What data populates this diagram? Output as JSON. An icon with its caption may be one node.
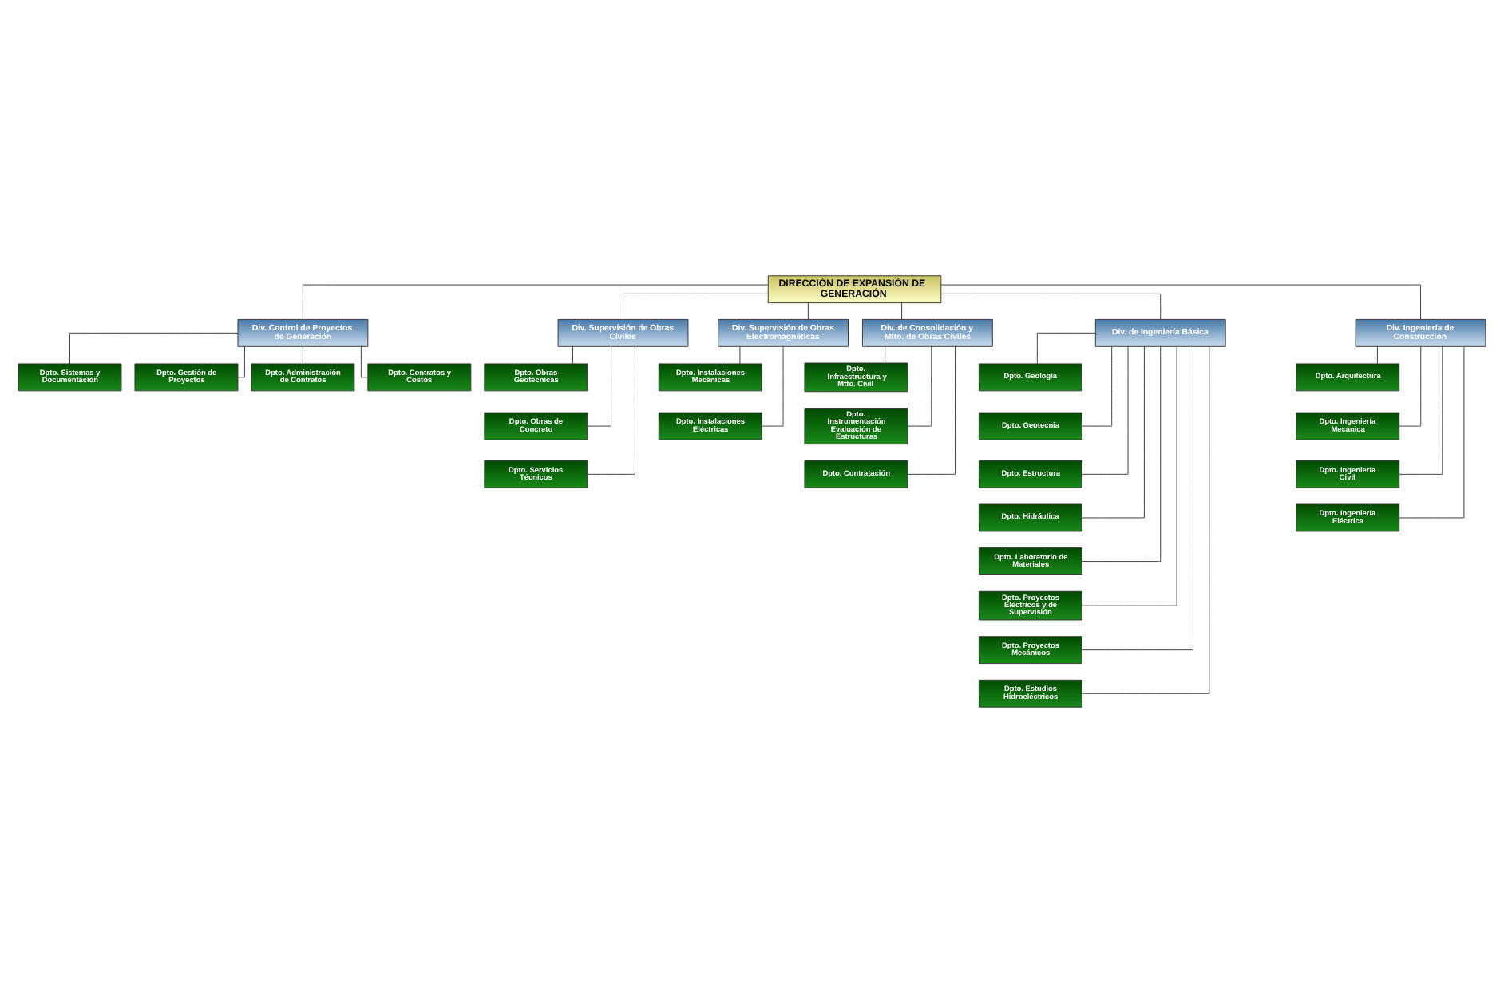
{
  "diagram": {
    "nodes": [
      {
        "text": [
          "DIRECCIÓN DE EXPANSIÓN DE GENERACIÓN"
        ]
      },
      {
        "text": [
          "Div. Control de Proyectos de Generación"
        ]
      },
      {
        "text": [
          "Dpto. Sistemas y Documentación"
        ]
      },
      {
        "text": [
          "Dpto. Gestión de Proyectos"
        ]
      },
      {
        "text": [
          "Dpto. Administración de Contratos"
        ]
      },
      {
        "text": [
          "Dpto. Contratos y Costos"
        ]
      },
      {
        "text": [
          "Div. Supervisión de Obras Civiles"
        ]
      },
      {
        "text": [
          "Div. Supervisión de Obras Electromagnéticas"
        ]
      },
      {
        "text": [
          "Div. de Consolidación y Mtto. de Obras Civiles"
        ]
      },
      {
        "text": [
          "Div. de Ingeniería Básica"
        ]
      },
      {
        "text": [
          "Div. Ingeniería de Construcción"
        ]
      },
      {
        "text": [
          "Dpto. Obras Geotécnicas"
        ]
      },
      {
        "text": [
          "Dpto. Obras de Concreto"
        ]
      },
      {
        "text": [
          "Dpto. Servicios Técnicos"
        ]
      },
      {
        "text": [
          "Dpto. Instalaciones Mecánicas"
        ]
      },
      {
        "text": [
          "Dpto. Instalaciones Eléctricas"
        ]
      },
      {
        "text": [
          "Dpto. Infraestructura y Mtto. Civil"
        ]
      },
      {
        "text": [
          "Dpto. Instrumentación Evaluación de Estructuras"
        ]
      },
      {
        "text": [
          "Dpto. Contratación"
        ]
      },
      {
        "text": [
          "Dpto. Geología"
        ]
      },
      {
        "text": [
          "Dpto. Geotecnia"
        ]
      },
      {
        "text": [
          "Dpto. Estructura"
        ]
      },
      {
        "text": [
          "Dpto. Hidráulica"
        ]
      },
      {
        "text": [
          "Dpto. Laboratorio de Materiales"
        ]
      },
      {
        "text": [
          "Dpto. Proyectos Eléctricos y de Supervisión"
        ]
      },
      {
        "text": [
          "Dpto. Proyectos Mecánicos"
        ]
      },
      {
        "text": [
          "Dpto. Estudios Hidroeléctricos"
        ]
      },
      {
        "text": [
          "Dpto. Arquitectura"
        ]
      },
      {
        "text": [
          "Dpto. Ingeniería Mecánica"
        ]
      },
      {
        "text": [
          "Dpto. Ingeniería Civil"
        ]
      },
      {
        "text": [
          "Dpto. Ingeniería Eléctrica"
        ]
      }
    ],
    "edges": [
      {
        "from": 0,
        "to": 1,
        "arrow": "none"
      },
      {
        "from": 1,
        "to": 2,
        "arrow": "none"
      },
      {
        "from": 1,
        "to": 3,
        "arrow": "none"
      },
      {
        "from": 1,
        "to": 4,
        "arrow": "none"
      },
      {
        "from": 1,
        "to": 5,
        "arrow": "none"
      },
      {
        "from": 0,
        "to": 6,
        "arrow": "none"
      },
      {
        "from": 0,
        "to": 7,
        "arrow": "none"
      },
      {
        "from": 0,
        "to": 8,
        "arrow": "none"
      },
      {
        "from": 0,
        "to": 9,
        "arrow": "none"
      },
      {
        "from": 0,
        "to": 10,
        "arrow": "none"
      },
      {
        "from": 6,
        "to": 11,
        "arrow": "none"
      },
      {
        "from": 6,
        "to": 12,
        "arrow": "none"
      },
      {
        "from": 6,
        "to": 13,
        "arrow": "none"
      },
      {
        "from": 7,
        "to": 14,
        "arrow": "none"
      },
      {
        "from": 7,
        "to": 15,
        "arrow": "none"
      },
      {
        "from": 8,
        "to": 16,
        "arrow": "none"
      },
      {
        "from": 8,
        "to": 17,
        "arrow": "none"
      },
      {
        "from": 8,
        "to": 18,
        "arrow": "none"
      },
      {
        "from": 9,
        "to": 19,
        "arrow": "none"
      },
      {
        "from": 9,
        "to": 20,
        "arrow": "none"
      },
      {
        "from": 9,
        "to": 21,
        "arrow": "none"
      },
      {
        "from": 9,
        "to": 22,
        "arrow": "none"
      },
      {
        "from": 9,
        "to": 23,
        "arrow": "none"
      },
      {
        "from": 9,
        "to": 24,
        "arrow": "none"
      },
      {
        "from": 9,
        "to": 25,
        "arrow": "none"
      },
      {
        "from": 9,
        "to": 26,
        "arrow": "none"
      },
      {
        "from": 10,
        "to": 27,
        "arrow": "none"
      },
      {
        "from": 10,
        "to": 28,
        "arrow": "none"
      },
      {
        "from": 10,
        "to": 29,
        "arrow": "none"
      },
      {
        "from": 10,
        "to": 30,
        "arrow": "none"
      }
    ]
  }
}
